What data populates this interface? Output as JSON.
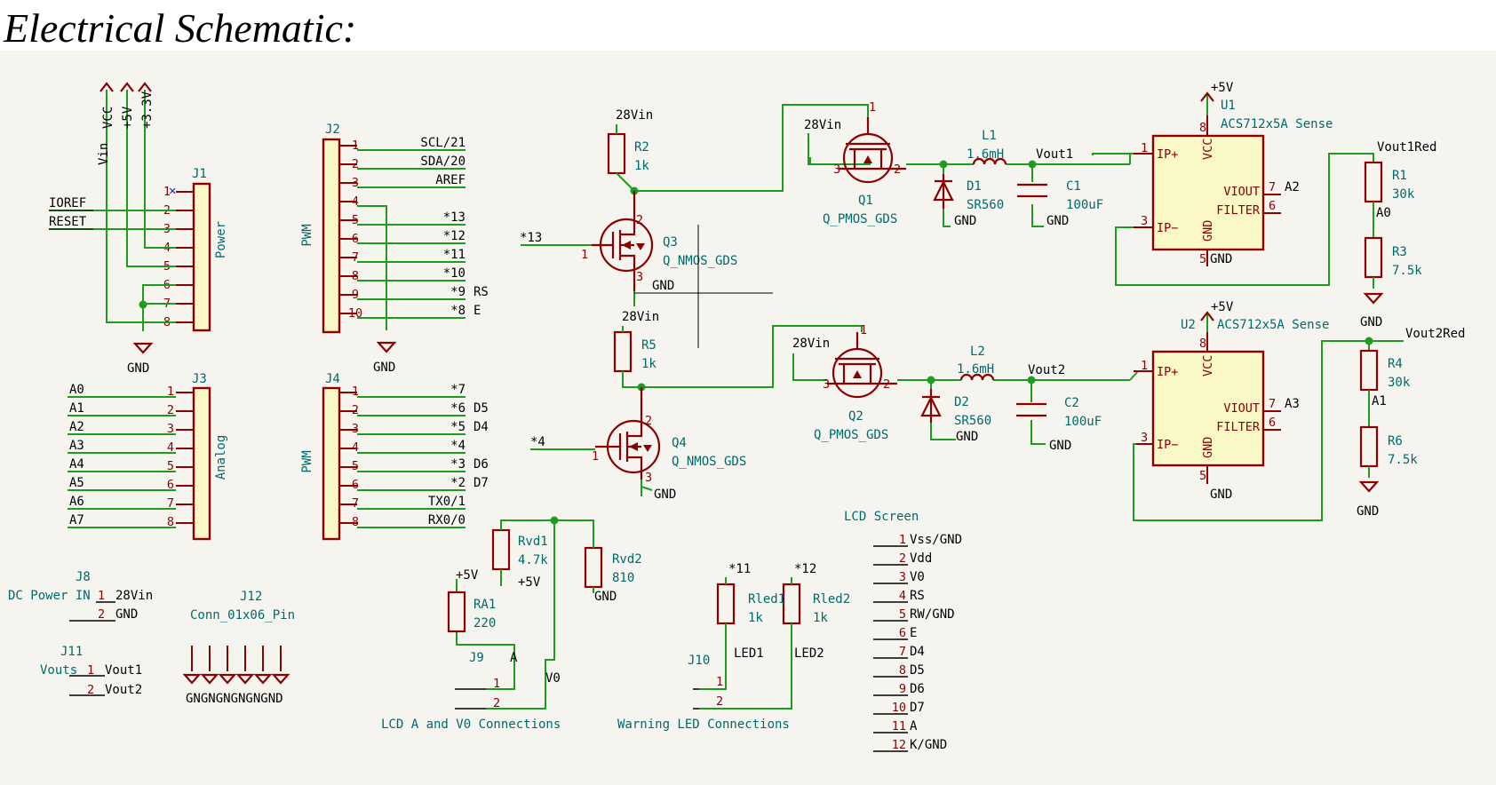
{
  "title": "Electrical Schematic:",
  "j1": {
    "ref": "J1",
    "value": "Power",
    "pins": [
      "1",
      "2",
      "3",
      "4",
      "5",
      "6",
      "7",
      "8"
    ],
    "nets": [
      "Vin",
      "VCC",
      "+5V",
      "+3.3V"
    ],
    "labels": [
      "IOREF",
      "RESET"
    ],
    "gnd": "GND"
  },
  "j2": {
    "ref": "J2",
    "value": "PWM",
    "pins": [
      "1",
      "2",
      "3",
      "4",
      "5",
      "6",
      "7",
      "8",
      "9",
      "10"
    ],
    "labels": [
      "SCL/21",
      "SDA/20",
      "AREF",
      "",
      "*13",
      "*12",
      "*11",
      "*10",
      "*9",
      "*8"
    ],
    "side": [
      "RS",
      "E"
    ],
    "gnd": "GND"
  },
  "j3": {
    "ref": "J3",
    "value": "Analog",
    "pins": [
      "1",
      "2",
      "3",
      "4",
      "5",
      "6",
      "7",
      "8"
    ],
    "labels": [
      "A0",
      "A1",
      "A2",
      "A3",
      "A4",
      "A5",
      "A6",
      "A7"
    ]
  },
  "j4": {
    "ref": "J4",
    "value": "PWM",
    "pins": [
      "1",
      "2",
      "3",
      "4",
      "5",
      "6",
      "7",
      "8"
    ],
    "labels": [
      "*7",
      "*6",
      "*5",
      "*4",
      "*3",
      "*2",
      "TX0/1",
      "RX0/0"
    ],
    "side": [
      "D5",
      "D4",
      "D6",
      "D7"
    ]
  },
  "driver1": {
    "r2": "R2",
    "r2v": "1k",
    "net28": "28Vin",
    "q3": "Q3",
    "q3v": "Q_NMOS_GDS",
    "in": "*13",
    "gnd": "GND",
    "q1": "Q1",
    "q1v": "Q_PMOS_GDS",
    "q1net": "28Vin",
    "l1": "L1",
    "l1v": "1.6mH",
    "vout": "Vout1",
    "d1": "D1",
    "d1v": "SR560",
    "c1": "C1",
    "c1v": "100uF"
  },
  "driver2": {
    "r5": "R5",
    "r5v": "1k",
    "net28": "28Vin",
    "q4": "Q4",
    "q4v": "Q_NMOS_GDS",
    "in": "*4",
    "gnd": "GND",
    "q2": "Q2",
    "q2v": "Q_PMOS_GDS",
    "q2net": "28Vin",
    "l2": "L2",
    "l2v": "1.6mH",
    "vout": "Vout2",
    "d2": "D2",
    "d2v": "SR560",
    "c2": "C2",
    "c2v": "100uF"
  },
  "sense1": {
    "ref": "U1",
    "value": "ACS712x5A Sense",
    "supply": "+5V",
    "pins": {
      "ip_plus": "IP+",
      "ip_minus": "IP−",
      "vcc": "VCC",
      "gnd": "GND",
      "viout": "VIOUT",
      "filter": "FILTER"
    },
    "pinnums": [
      "1",
      "3",
      "8",
      "5",
      "7",
      "6"
    ],
    "out": "A2",
    "red": "Vout1Red",
    "r1": "R1",
    "r1v": "30k",
    "r3": "R3",
    "r3v": "7.5k",
    "a": "A0",
    "gnd": "GND"
  },
  "sense2": {
    "ref": "U2",
    "value": "ACS712x5A Sense",
    "supply": "+5V",
    "pins": {
      "ip_plus": "IP+",
      "ip_minus": "IP−",
      "vcc": "VCC",
      "gnd": "GND",
      "viout": "VIOUT",
      "filter": "FILTER"
    },
    "pinnums": [
      "1",
      "3",
      "8",
      "5",
      "7",
      "6"
    ],
    "out": "A3",
    "red": "Vout2Red",
    "r4": "R4",
    "r4v": "30k",
    "r6": "R6",
    "r6v": "7.5k",
    "a": "A1",
    "gnd": "GND"
  },
  "j8": {
    "ref": "J8",
    "value": "DC Power IN",
    "labels": [
      "28Vin",
      "GND"
    ]
  },
  "j11": {
    "ref": "J11",
    "value": "Vouts",
    "labels": [
      "Vout1",
      "Vout2"
    ]
  },
  "j12": {
    "ref": "J12",
    "value": "Conn_01x06_Pin",
    "bottom": "GNGNGNGNGNGND"
  },
  "lcd_conn": {
    "ref": "J9",
    "a": "A",
    "v0": "V0",
    "caption": "LCD A and V0 Connections",
    "rvd1": "Rvd1",
    "rvd1v": "4.7k",
    "rvd1net": "+5V",
    "rvd2": "Rvd2",
    "rvd2v": "810",
    "gnd": "GND",
    "ra1": "RA1",
    "ra1v": "220",
    "ra1net": "+5V"
  },
  "led_conn": {
    "ref": "J10",
    "caption": "Warning LED Connections",
    "rled1": "Rled1",
    "rled1v": "1k",
    "rled2": "Rled2",
    "rled2v": "1k",
    "in1": "*11",
    "in2": "*12",
    "led1": "LED1",
    "led2": "LED2"
  },
  "lcd": {
    "title": "LCD Screen",
    "pins": [
      "1",
      "2",
      "3",
      "4",
      "5",
      "6",
      "7",
      "8",
      "9",
      "10",
      "11",
      "12"
    ],
    "labels": [
      "Vss/GND",
      "Vdd",
      "V0",
      "RS",
      "RW/GND",
      "E",
      "D4",
      "D5",
      "D6",
      "D7",
      "A",
      "K/GND"
    ]
  },
  "pin_nums": {
    "one": "1",
    "two": "2",
    "three": "3",
    "five": "5",
    "six": "6",
    "seven": "7",
    "eight": "8"
  }
}
